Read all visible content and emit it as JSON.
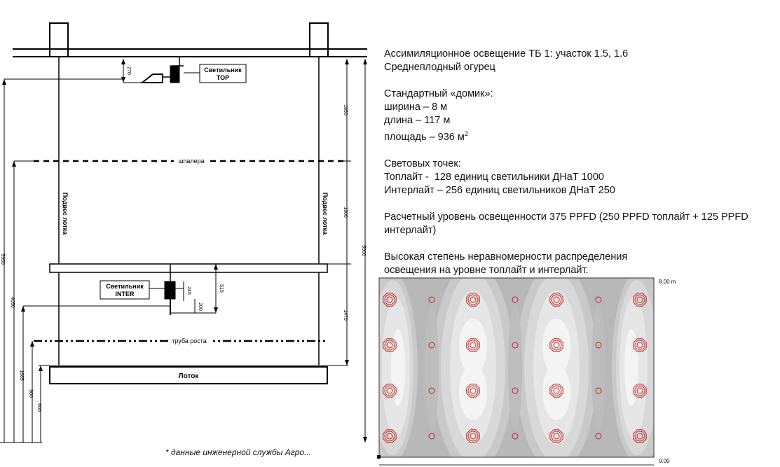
{
  "diagram": {
    "lamp_top_label_1": "Светильник",
    "lamp_top_label_2": "TOP",
    "lamp_inter_label_1": "Светильник",
    "lamp_inter_label_2": "INTER",
    "trellis_label": "шпалера",
    "tray_lift_label": "Подвес лотка",
    "growth_pipe_label": "труба роста",
    "tray_label": "Лоток",
    "dimensions": {
      "top_lamp_offset": "270",
      "right_1": "1850",
      "right_2": "1900",
      "right_3": "1470",
      "right_total": "5900",
      "left_total": "5950",
      "left_2": "4050",
      "left_3": "1685",
      "left_4": "900",
      "left_5": "600",
      "inter_1": "245",
      "inter_2": "515",
      "inter_3": "200"
    }
  },
  "info": {
    "line1": "Ассимиляционное освещение ТБ 1: участок 1.5, 1.6",
    "line2": "Среднеплодный огурец",
    "line3": "Стандартный «домик»:",
    "line4": "ширина – 8 м",
    "line5": "длина – 117 м",
    "line6_prefix": "площадь – 936 м",
    "line6_sup": "2",
    "line7": "Световых точек:",
    "line8": "Топлайт -  128 единиц светильники ДНаТ 1000",
    "line9": "Интерлайт – 256 единиц светильников ДНаТ 250",
    "line10": "Расчетный уровень освещенности 375 PPFD  (250 PPFD топлайт + 125 PPFD интерлайт)",
    "line11": "Высокая степень неравномерности распределения",
    "line12": "освещения на уровне топлайт и интерлайт."
  },
  "isolux": {
    "top_label": "8.00 m",
    "bottom_label": "0.00",
    "colors": {
      "fixture": "#c42020",
      "contour_dark": "#c8c8c8",
      "contour_mid": "#dedede",
      "contour_light": "#eeeeee",
      "background": "#b8b8b8"
    }
  },
  "footnote": "* данные инженерной службы Агро..."
}
